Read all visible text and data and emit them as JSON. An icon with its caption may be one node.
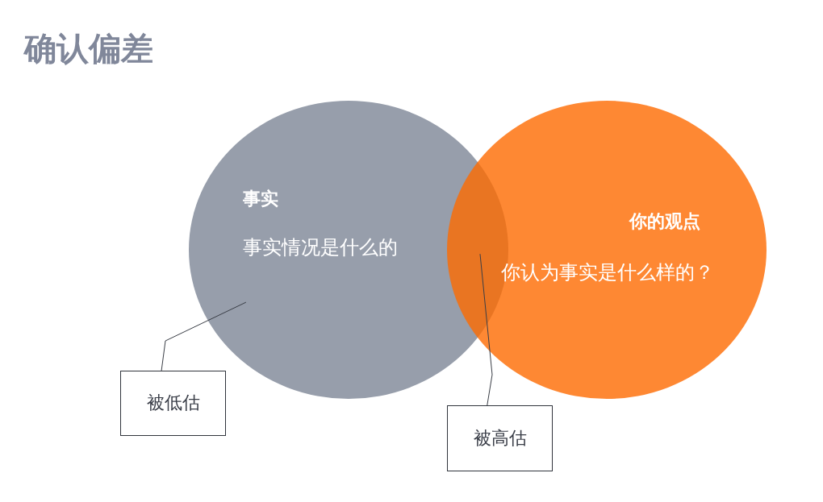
{
  "diagram": {
    "title": "确认偏差",
    "nodes": [
      {
        "text": [
          "事实",
          "事实情况是什么的"
        ]
      },
      {
        "text": [
          "你的观点",
          "你认为事实是什么样的？"
        ]
      },
      {
        "text": [
          "被低估"
        ]
      },
      {
        "text": [
          "被高估"
        ]
      }
    ],
    "edges": [
      {
        "from": 2,
        "to": 0,
        "arrow": "none"
      },
      {
        "from": 3,
        "to": 1,
        "arrow": "none"
      }
    ]
  }
}
